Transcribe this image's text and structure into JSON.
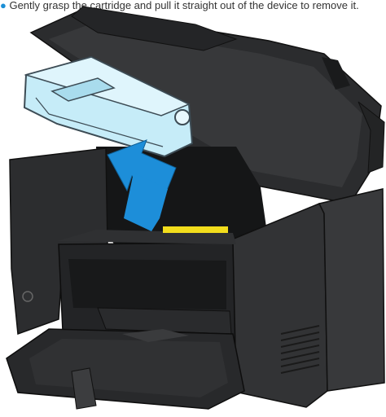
{
  "caption": {
    "text": "Gently grasp the cartridge and pull it straight out of the device to remove it."
  },
  "colors": {
    "printer_body": "#2e2f31",
    "printer_dark": "#1c1d1e",
    "printer_mid": "#3b3c3e",
    "cartridge_fill": "#c6ecf8",
    "cartridge_stroke": "#3d4c55",
    "arrow": "#1d8ed9",
    "indicator": "#f2dd1c"
  },
  "icons": {
    "arrow": "up-left-arrow",
    "power": "power-button-icon",
    "vent": "ventilation-grille"
  }
}
